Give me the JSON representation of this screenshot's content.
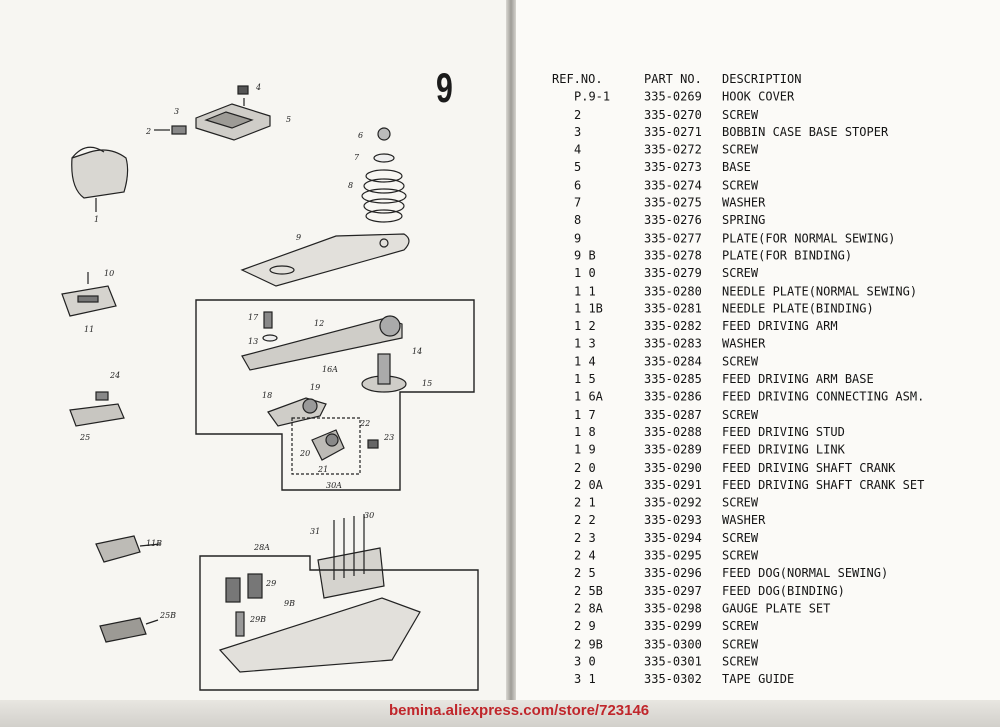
{
  "page": {
    "number": "9",
    "watermark": "bemina.aliexpress.com/store/723146"
  },
  "parts_table": {
    "headers": {
      "ref": "REF.NO.",
      "part": "PART NO.",
      "desc": "DESCRIPTION"
    },
    "rows": [
      {
        "ref": "P.9-1",
        "part": "335-0269",
        "desc": "HOOK COVER"
      },
      {
        "ref": "2",
        "part": "335-0270",
        "desc": "SCREW"
      },
      {
        "ref": "3",
        "part": "335-0271",
        "desc": "BOBBIN CASE BASE STOPER"
      },
      {
        "ref": "4",
        "part": "335-0272",
        "desc": "SCREW"
      },
      {
        "ref": "5",
        "part": "335-0273",
        "desc": "BASE"
      },
      {
        "ref": "6",
        "part": "335-0274",
        "desc": "SCREW"
      },
      {
        "ref": "7",
        "part": "335-0275",
        "desc": "WASHER"
      },
      {
        "ref": "8",
        "part": "335-0276",
        "desc": "SPRING"
      },
      {
        "ref": "9",
        "part": "335-0277",
        "desc": "PLATE(FOR NORMAL SEWING)"
      },
      {
        "ref": "9 B",
        "part": "335-0278",
        "desc": "PLATE(FOR BINDING)"
      },
      {
        "ref": "1 0",
        "part": "335-0279",
        "desc": "SCREW"
      },
      {
        "ref": "1 1",
        "part": "335-0280",
        "desc": "NEEDLE PLATE(NORMAL SEWING)"
      },
      {
        "ref": "1 1B",
        "part": "335-0281",
        "desc": "NEEDLE PLATE(BINDING)"
      },
      {
        "ref": "1 2",
        "part": "335-0282",
        "desc": "FEED DRIVING ARM"
      },
      {
        "ref": "1 3",
        "part": "335-0283",
        "desc": "WASHER"
      },
      {
        "ref": "1 4",
        "part": "335-0284",
        "desc": "SCREW"
      },
      {
        "ref": "1 5",
        "part": "335-0285",
        "desc": "FEED DRIVING ARM BASE"
      },
      {
        "ref": "1 6A",
        "part": "335-0286",
        "desc": "FEED DRIVING CONNECTING ASM."
      },
      {
        "ref": "1 7",
        "part": "335-0287",
        "desc": "SCREW"
      },
      {
        "ref": "1 8",
        "part": "335-0288",
        "desc": "FEED DRIVING STUD"
      },
      {
        "ref": "1 9",
        "part": "335-0289",
        "desc": "FEED DRIVING LINK"
      },
      {
        "ref": "2 0",
        "part": "335-0290",
        "desc": "FEED DRIVING SHAFT CRANK"
      },
      {
        "ref": "2 0A",
        "part": "335-0291",
        "desc": "FEED DRIVING SHAFT CRANK SET"
      },
      {
        "ref": "2 1",
        "part": "335-0292",
        "desc": "SCREW"
      },
      {
        "ref": "2 2",
        "part": "335-0293",
        "desc": "WASHER"
      },
      {
        "ref": "2 3",
        "part": "335-0294",
        "desc": "SCREW"
      },
      {
        "ref": "2 4",
        "part": "335-0295",
        "desc": "SCREW"
      },
      {
        "ref": "2 5",
        "part": "335-0296",
        "desc": "FEED DOG(NORMAL SEWING)"
      },
      {
        "ref": "2 5B",
        "part": "335-0297",
        "desc": "FEED DOG(BINDING)"
      },
      {
        "ref": "2 8A",
        "part": "335-0298",
        "desc": "GAUGE PLATE SET"
      },
      {
        "ref": "2 9",
        "part": "335-0299",
        "desc": "SCREW"
      },
      {
        "ref": "2 9B",
        "part": "335-0300",
        "desc": "SCREW"
      },
      {
        "ref": "3 0",
        "part": "335-0301",
        "desc": "SCREW"
      },
      {
        "ref": "3 1",
        "part": "335-0302",
        "desc": "TAPE GUIDE"
      }
    ]
  },
  "callouts": [
    {
      "label": "1"
    },
    {
      "label": "2"
    },
    {
      "label": "3"
    },
    {
      "label": "4"
    },
    {
      "label": "5"
    },
    {
      "label": "6"
    },
    {
      "label": "7"
    },
    {
      "label": "8"
    },
    {
      "label": "9"
    },
    {
      "label": "10"
    },
    {
      "label": "11"
    },
    {
      "label": "12"
    },
    {
      "label": "13"
    },
    {
      "label": "14"
    },
    {
      "label": "15"
    },
    {
      "label": "16A"
    },
    {
      "label": "17"
    },
    {
      "label": "18"
    },
    {
      "label": "19"
    },
    {
      "label": "21"
    },
    {
      "label": "22"
    },
    {
      "label": "23"
    },
    {
      "label": "24"
    },
    {
      "label": "25"
    },
    {
      "label": "28A"
    },
    {
      "label": "29"
    },
    {
      "label": "29B"
    },
    {
      "label": "9B"
    },
    {
      "label": "30"
    },
    {
      "label": "30A"
    },
    {
      "label": "31"
    },
    {
      "label": "11B"
    },
    {
      "label": "25B"
    },
    {
      "label": "20"
    }
  ]
}
